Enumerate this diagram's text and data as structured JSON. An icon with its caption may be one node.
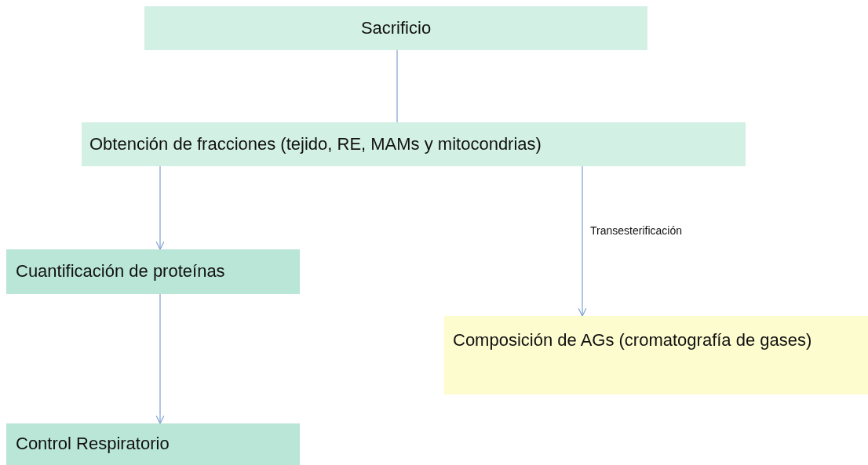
{
  "diagram": {
    "nodes": [
      {
        "text": [
          "Sacrificio"
        ]
      },
      {
        "text": [
          "Obtención de fracciones (tejido, RE, MAMs y mitocondrias)"
        ]
      },
      {
        "text": [
          "Cuantificación de proteínas"
        ]
      },
      {
        "text": [
          "Control Respiratorio"
        ]
      },
      {
        "text": [
          "Composición de AGs (cromatografía de gases)"
        ]
      }
    ],
    "edges": [
      {
        "from": 0,
        "to": 1,
        "arrow": "none"
      },
      {
        "from": 1,
        "to": 2,
        "arrow": "to"
      },
      {
        "from": 2,
        "to": 3,
        "arrow": "to"
      },
      {
        "from": 1,
        "to": 4,
        "arrow": "to",
        "label": "Transesterificación"
      }
    ]
  }
}
